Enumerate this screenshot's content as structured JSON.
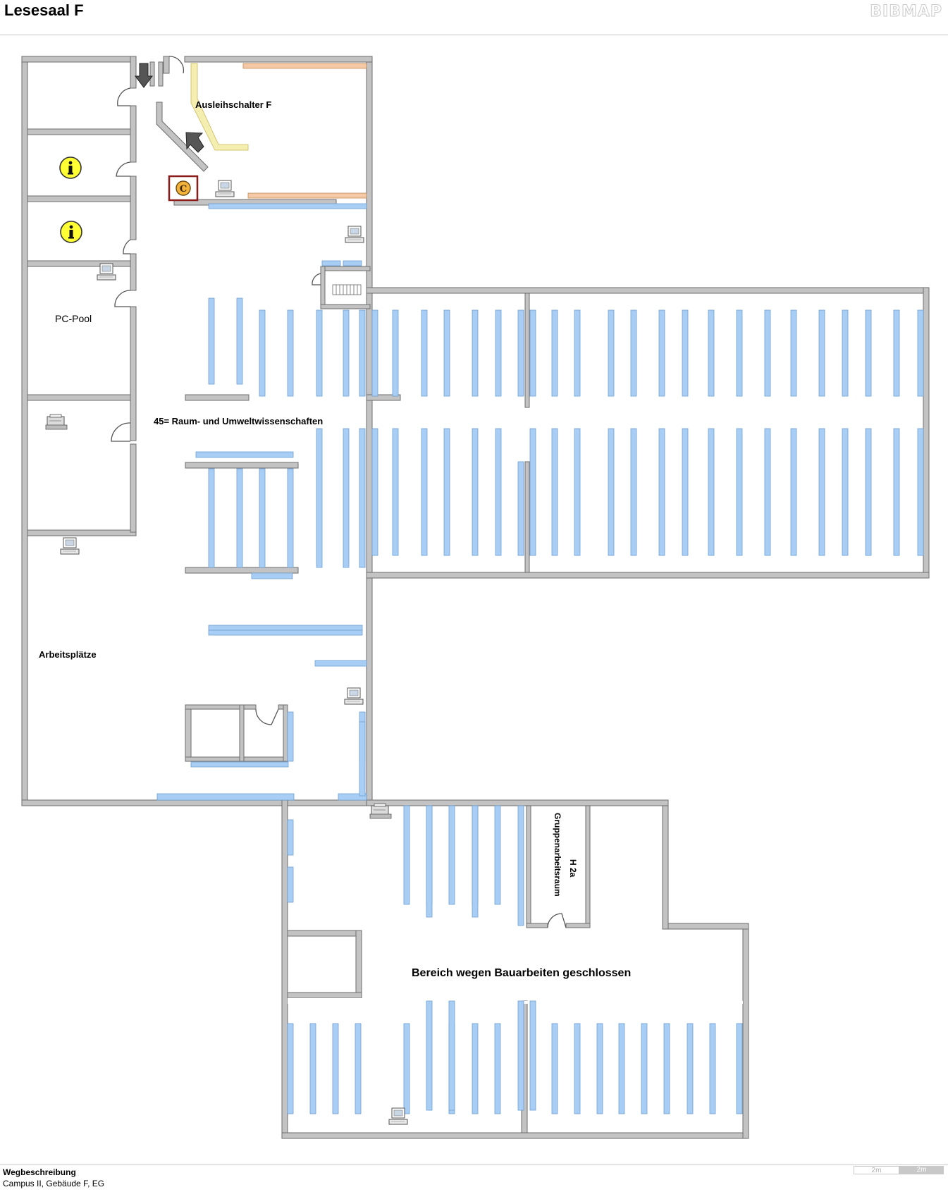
{
  "page": {
    "title": "Lesesaal F",
    "brand": "BIBMAP"
  },
  "map": {
    "rooms": {
      "ausleihschalter": "Ausleihschalter F",
      "pc_pool": "PC-Pool",
      "subject_area": "45= Raum- und Umweltwissenschaften",
      "arbeitsplaetze": "Arbeitsplätze",
      "closed_area": "Bereich wegen Bauarbeiten geschlossen",
      "group_room_name": "Gruppenarbeitsraum",
      "group_room_code": "H 2a"
    },
    "icons": {
      "info": "info-icon",
      "copy_card": "copy-card-icon",
      "computer": "computer-icon",
      "copier": "copier-icon",
      "entrance_arrow": "entrance-arrow-icon",
      "exit_arrow": "exit-arrow-icon",
      "stairs": "stairs-icon"
    },
    "colors": {
      "wall": "#c3c3c3",
      "wall_outline": "#6d6d6d",
      "shelf": "#a9cef5",
      "shelf_outline": "#6f9fd1",
      "counter_orange": "#f5c9a5",
      "counter_yellow": "#f4eeb1",
      "info_yellow": "#ffff33",
      "copy_card_frame": "#8b1a1a"
    }
  },
  "footer": {
    "title": "Wegbeschreibung",
    "subtitle": "Campus II, Gebäude F, EG",
    "scale_left": "2m",
    "scale_right": "2m"
  }
}
